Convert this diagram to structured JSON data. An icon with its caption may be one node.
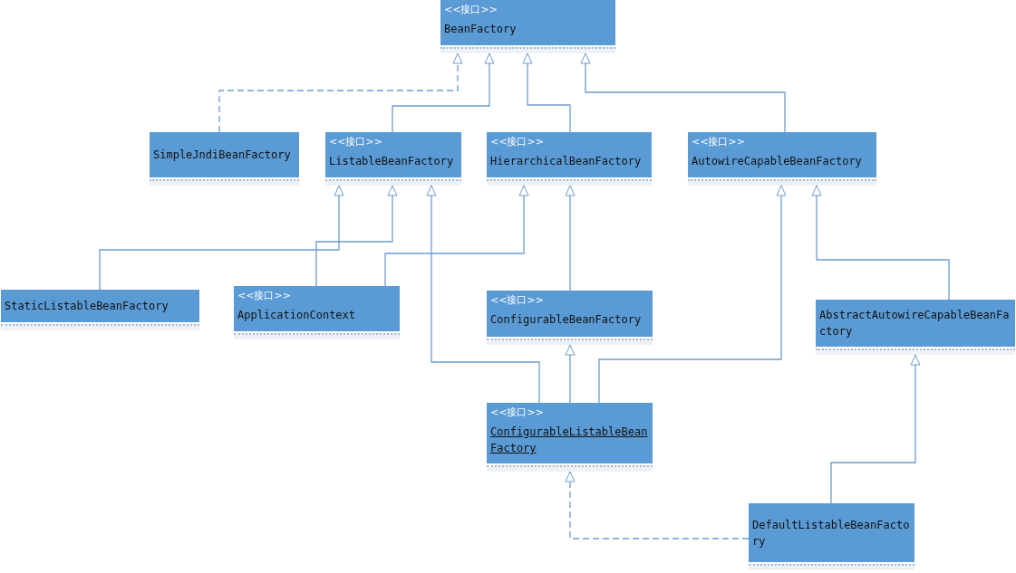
{
  "diagram": {
    "nodes": [
      {
        "text": [
          "<<接口>>",
          "BeanFactory"
        ]
      },
      {
        "text": [
          "SimpleJndiBeanFactory"
        ]
      },
      {
        "text": [
          "<<接口>>",
          "ListableBeanFactory"
        ]
      },
      {
        "text": [
          "<<接口>>",
          "HierarchicalBeanFactory"
        ]
      },
      {
        "text": [
          "<<接口>>",
          "AutowireCapableBeanFactory"
        ]
      },
      {
        "text": [
          "StaticListableBeanFactory"
        ]
      },
      {
        "text": [
          "<<接口>>",
          "ApplicationContext"
        ]
      },
      {
        "text": [
          "<<接口>>",
          "ConfigurableBeanFactory"
        ]
      },
      {
        "text": [
          "AbstractAutowireCapableBeanFactory"
        ]
      },
      {
        "text": [
          "<<接口>>",
          "ConfigurableListableBeanFactory"
        ]
      },
      {
        "text": [
          "DefaultListableBeanFactory"
        ]
      }
    ],
    "edges": [
      {
        "from": 1,
        "to": 0,
        "arrow": "to",
        "style": "dashed"
      },
      {
        "from": 2,
        "to": 0,
        "arrow": "to"
      },
      {
        "from": 3,
        "to": 0,
        "arrow": "to"
      },
      {
        "from": 4,
        "to": 0,
        "arrow": "to"
      },
      {
        "from": 5,
        "to": 2,
        "arrow": "to"
      },
      {
        "from": 6,
        "to": 2,
        "arrow": "to"
      },
      {
        "from": 6,
        "to": 3,
        "arrow": "to"
      },
      {
        "from": 9,
        "to": 2,
        "arrow": "to"
      },
      {
        "from": 7,
        "to": 3,
        "arrow": "to"
      },
      {
        "from": 9,
        "to": 4,
        "arrow": "to"
      },
      {
        "from": 8,
        "to": 4,
        "arrow": "to"
      },
      {
        "from": 9,
        "to": 7,
        "arrow": "to"
      },
      {
        "from": 10,
        "to": 9,
        "arrow": "to",
        "style": "dashed"
      },
      {
        "from": 10,
        "to": 8,
        "arrow": "to"
      }
    ]
  }
}
